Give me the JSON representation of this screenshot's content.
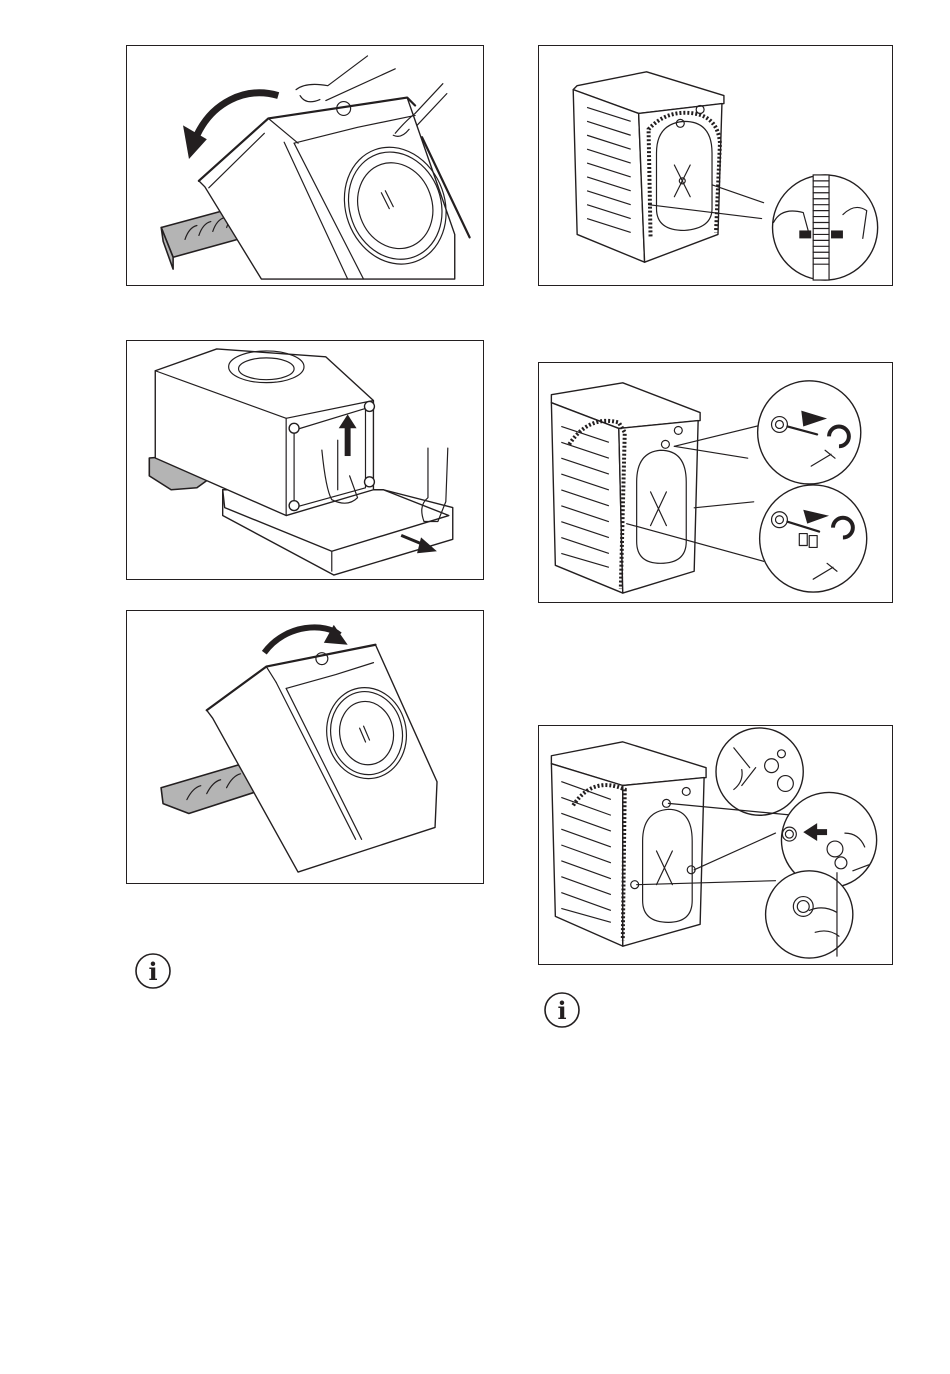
{
  "page": {
    "background": "#ffffff",
    "line_color": "#231f20",
    "packaging_color": "#b4b4b4"
  },
  "figures": [
    {
      "id": "fig-tilt-back",
      "column": "left",
      "order": 1,
      "alt": "Illustration: two hands tilting the washing machine backwards onto a grey polystyrene packaging block; curved arrow indicating rotation direction"
    },
    {
      "id": "fig-remove-base",
      "column": "left",
      "order": 2,
      "alt": "Illustration: washing machine lying on its back on polystyrene block; hands lifting it and pulling the packaging base out; arrows indicate lift up and slide out"
    },
    {
      "id": "fig-tilt-upright",
      "column": "left",
      "order": 3,
      "alt": "Illustration: washing machine being tilted back upright from the polystyrene block; curved arrow indicating rotation direction"
    },
    {
      "id": "fig-release-hose",
      "column": "right",
      "order": 1,
      "alt": "Illustration: rear view of appliance; detail circle showing hands releasing the drain hose from its holder clips"
    },
    {
      "id": "fig-remove-bolts",
      "column": "right",
      "order": 2,
      "alt": "Illustration: rear view of appliance; two detail circles showing transit bolts being unscrewed and pulled out with a spanner"
    },
    {
      "id": "fig-insert-caps",
      "column": "right",
      "order": 3,
      "alt": "Illustration: rear view of appliance; three detail circles showing plastic caps being cut from the bag and pushed into the bolt holes"
    }
  ],
  "notes": [
    {
      "id": "note-left",
      "icon": "info-icon",
      "glyph": "i",
      "text": ""
    },
    {
      "id": "note-right",
      "icon": "info-icon",
      "glyph": "i",
      "text": ""
    }
  ]
}
